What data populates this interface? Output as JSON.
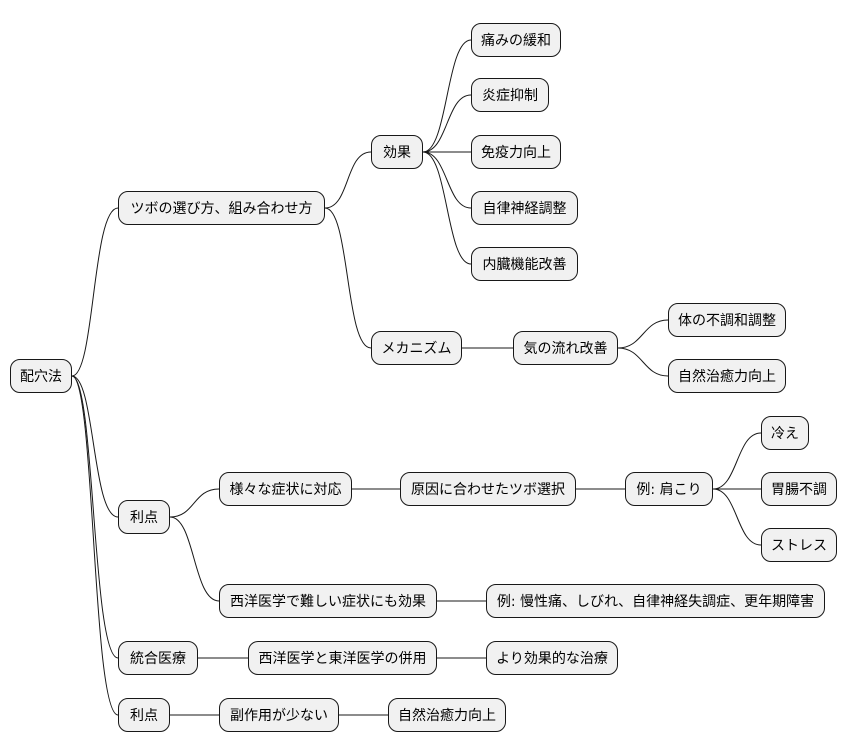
{
  "mindmap": {
    "root": "配穴法",
    "branch_tsubo": "ツボの選び方、組み合わせ方",
    "effect": "効果",
    "effect_pain": "痛みの緩和",
    "effect_inflammation": "炎症抑制",
    "effect_immunity": "免疫力向上",
    "effect_autonomic": "自律神経調整",
    "effect_organ": "内臓機能改善",
    "mechanism": "メカニズム",
    "mechanism_qi": "気の流れ改善",
    "mechanism_balance": "体の不調和調整",
    "mechanism_healing": "自然治癒力向上",
    "benefit_1": "利点",
    "benefit_various": "様々な症状に対応",
    "benefit_cause": "原因に合わせたツボ選択",
    "benefit_example_shoulder": "例: 肩こり",
    "benefit_cold": "冷え",
    "benefit_stomach": "胃腸不調",
    "benefit_stress": "ストレス",
    "benefit_western_hard": "西洋医学で難しい症状にも効果",
    "benefit_example_chronic": "例: 慢性痛、しびれ、自律神経失調症、更年期障害",
    "integrative": "統合医療",
    "integrative_combo": "西洋医学と東洋医学の併用",
    "integrative_result": "より効果的な治療",
    "benefit_2": "利点",
    "side_effects": "副作用が少ない",
    "side_healing": "自然治癒力向上"
  }
}
